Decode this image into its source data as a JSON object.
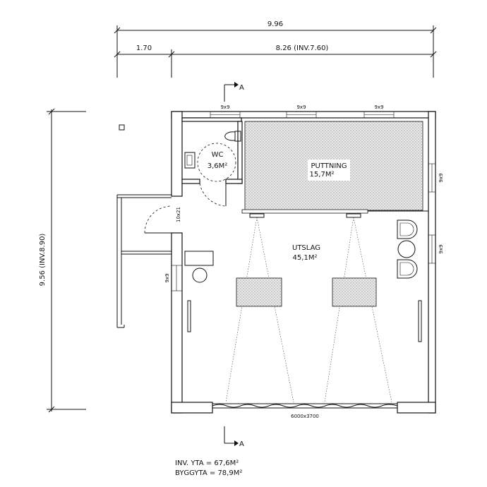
{
  "dimensions": {
    "total_width": "9.96",
    "left_segment": "1.70",
    "right_segment": "8.26 (INV.7.60)",
    "total_height": "9.56 (INV.8.90)"
  },
  "windows": {
    "top_1": "9x9",
    "top_2": "9x9",
    "top_3": "9x9",
    "right_1": "9x9",
    "right_2": "9x9",
    "left_1": "9x9"
  },
  "doors": {
    "wc_door": "10x21",
    "garage_door": "6000x3700"
  },
  "rooms": {
    "wc_name": "WC",
    "wc_area": "3,6M²",
    "putting_name": "PUTTNING",
    "putting_area": "15,7M²",
    "utslag_name": "UTSLAG",
    "utslag_area": "45,1M²"
  },
  "section": {
    "top_marker": "A",
    "bottom_marker": "A"
  },
  "summary": {
    "inv_yta": "INV. YTA = 67,6M²",
    "byggyta": "BYGGYTA = 78,9M²"
  }
}
